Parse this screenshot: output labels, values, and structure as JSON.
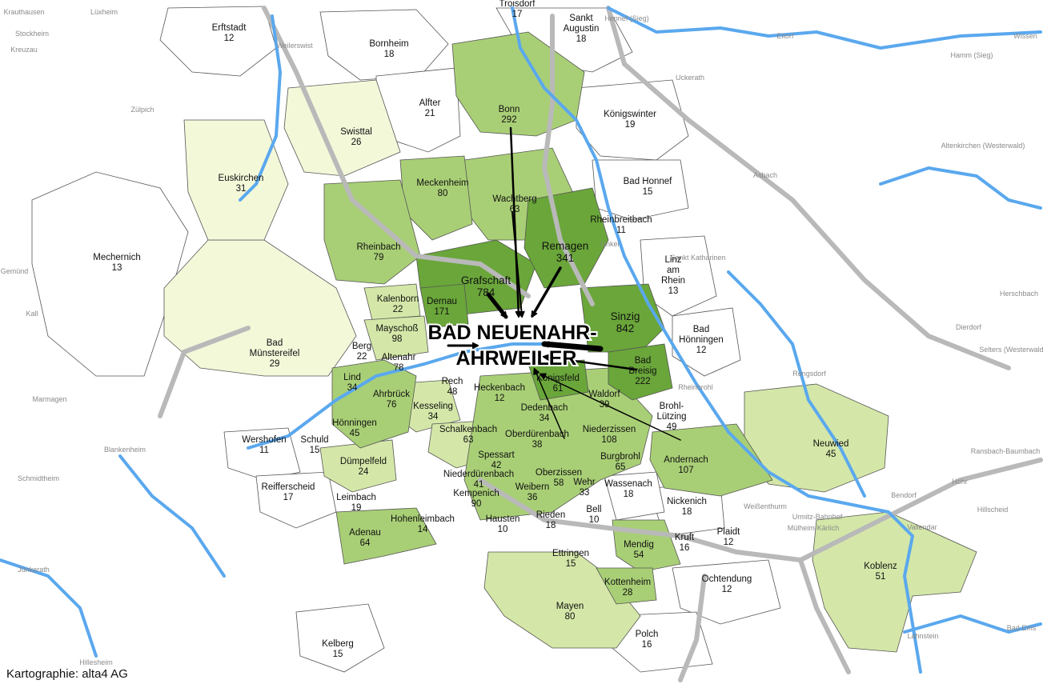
{
  "title_lines": [
    "BAD NEUENAHR-",
    "AHRWEILER"
  ],
  "credit": "Kartographie: alta4 AG",
  "colors": {
    "level_1": "#f3f8d9",
    "level_2": "#d4e7a8",
    "level_3": "#a9cf76",
    "level_4": "#6aa63a",
    "outside": "#ffffff",
    "river": "#5aa8ee",
    "road": "#b9b9b9"
  },
  "places": [
    {
      "id": "erftstadt",
      "name": "Erftstadt",
      "count": "12",
      "level": 0
    },
    {
      "id": "bornheim",
      "name": "Bornheim",
      "count": "18",
      "level": 0
    },
    {
      "id": "sankt-augustin",
      "name": "Sankt Augustin",
      "count": "18",
      "level": 0
    },
    {
      "id": "troisdorf",
      "name": "Troisdorf",
      "count": "17",
      "level": 0
    },
    {
      "id": "koenigswinter",
      "name": "Königswinter",
      "count": "19",
      "level": 0
    },
    {
      "id": "bad-honnef",
      "name": "Bad Honnef",
      "count": "15",
      "level": 0
    },
    {
      "id": "mechernich",
      "name": "Mechernich",
      "count": "13",
      "level": 0
    },
    {
      "id": "linz",
      "name": "Linz am Rhein",
      "count": "13",
      "level": 0
    },
    {
      "id": "bad-hoenningen",
      "name": "Bad Hönningen",
      "count": "12",
      "level": 0
    },
    {
      "id": "heckenbach",
      "name": "Heckenbach",
      "count": "12",
      "level": 0
    },
    {
      "id": "wershofen",
      "name": "Wershofen",
      "count": "11",
      "level": 0
    },
    {
      "id": "schuld",
      "name": "Schuld",
      "count": "15",
      "level": 0
    },
    {
      "id": "reifferscheid",
      "name": "Reifferscheid",
      "count": "17",
      "level": 0
    },
    {
      "id": "leimbach",
      "name": "Leimbach",
      "count": "19",
      "level": 0
    },
    {
      "id": "hohenleimbach",
      "name": "Hohenleimbach",
      "count": "14",
      "level": 0
    },
    {
      "id": "wassenach",
      "name": "Wassenach",
      "count": "18",
      "level": 0
    },
    {
      "id": "nickenich",
      "name": "Nickenich",
      "count": "18",
      "level": 0
    },
    {
      "id": "kruft",
      "name": "Kruft",
      "count": "16",
      "level": 0
    },
    {
      "id": "plaidt",
      "name": "Plaidt",
      "count": "12",
      "level": 0
    },
    {
      "id": "ochtendung",
      "name": "Ochtendung",
      "count": "12",
      "level": 0
    },
    {
      "id": "polch",
      "name": "Polch",
      "count": "16",
      "level": 0
    },
    {
      "id": "kelberg",
      "name": "Kelberg",
      "count": "15",
      "level": 0
    },
    {
      "id": "ettringen",
      "name": "Ettringen",
      "count": "15",
      "level": 0
    },
    {
      "id": "bell",
      "name": "Bell",
      "count": "10",
      "level": 0
    },
    {
      "id": "rieden",
      "name": "Rieden",
      "count": "18",
      "level": 0
    },
    {
      "id": "hausten",
      "name": "Hausten",
      "count": "10",
      "level": 0
    },
    {
      "id": "dernau",
      "name": "Dernau",
      "count": "171",
      "level": 4
    },
    {
      "id": "grafschaft",
      "name": "Grafschaft",
      "count": "784",
      "level": 4
    },
    {
      "id": "remagen",
      "name": "Remagen",
      "count": "341",
      "level": 4
    },
    {
      "id": "sinzig",
      "name": "Sinzig",
      "count": "842",
      "level": 4
    },
    {
      "id": "bad-breisig",
      "name": "Bad Breisig",
      "count": "222",
      "level": 4
    },
    {
      "id": "koenigsfeld",
      "name": "Königsfeld",
      "count": "61",
      "level": 4
    },
    {
      "id": "bonn",
      "name": "Bonn",
      "count": "292",
      "level": 3
    },
    {
      "id": "wachtberg",
      "name": "Wachtberg",
      "count": "63",
      "level": 3
    },
    {
      "id": "meckenheim",
      "name": "Meckenheim",
      "count": "80",
      "level": 3
    },
    {
      "id": "rheinbach",
      "name": "Rheinbach",
      "count": "79",
      "level": 3
    },
    {
      "id": "altenahr",
      "name": "Altenahr",
      "count": "78",
      "level": 3
    },
    {
      "id": "ahrbrueck",
      "name": "Ahrbrück",
      "count": "76",
      "level": 3
    },
    {
      "id": "lind",
      "name": "Lind",
      "count": "34",
      "level": 3
    },
    {
      "id": "hoenningen",
      "name": "Hönningen",
      "count": "45",
      "level": 3
    },
    {
      "id": "rech",
      "name": "Rech",
      "count": "48",
      "level": 3
    },
    {
      "id": "dedenbach",
      "name": "Dedenbach",
      "count": "34",
      "level": 3
    },
    {
      "id": "oberduerenbach",
      "name": "Oberdürenbach",
      "count": "38",
      "level": 3
    },
    {
      "id": "niederzissen",
      "name": "Niederzissen",
      "count": "108",
      "level": 3
    },
    {
      "id": "waldorf",
      "name": "Waldorf",
      "count": "39",
      "level": 3
    },
    {
      "id": "brohl-luetzing",
      "name": "Brohl-Lützing",
      "count": "49",
      "level": 3
    },
    {
      "id": "burgbrohl",
      "name": "Burgbrohl",
      "count": "65",
      "level": 3
    },
    {
      "id": "andernach",
      "name": "Andernach",
      "count": "107",
      "level": 3
    },
    {
      "id": "spessart",
      "name": "Spessart",
      "count": "42",
      "level": 3
    },
    {
      "id": "niederduerenbach",
      "name": "Niederdürenbach",
      "count": "41",
      "level": 3
    },
    {
      "id": "kempenich",
      "name": "Kempenich",
      "count": "90",
      "level": 3
    },
    {
      "id": "weibern",
      "name": "Weibern",
      "count": "36",
      "level": 3
    },
    {
      "id": "oberzissen",
      "name": "Oberzissen",
      "count": "58",
      "level": 3
    },
    {
      "id": "wehr",
      "name": "Wehr",
      "count": "33",
      "level": 3
    },
    {
      "id": "adenau",
      "name": "Adenau",
      "count": "64",
      "level": 3
    },
    {
      "id": "mendig",
      "name": "Mendig",
      "count": "54",
      "level": 3
    },
    {
      "id": "kottenheim",
      "name": "Kottenheim",
      "count": "28",
      "level": 3
    },
    {
      "id": "mayen",
      "name": "Mayen",
      "count": "80",
      "level": 2
    },
    {
      "id": "neuwied",
      "name": "Neuwied",
      "count": "45",
      "level": 2
    },
    {
      "id": "koblenz",
      "name": "Koblenz",
      "count": "51",
      "level": 2
    },
    {
      "id": "kesseling",
      "name": "Kesseling",
      "count": "34",
      "level": 2
    },
    {
      "id": "schalkenbach",
      "name": "Schalkenbach",
      "count": "63",
      "level": 2
    },
    {
      "id": "duempelfeld",
      "name": "Dümpelfeld",
      "count": "24",
      "level": 2
    },
    {
      "id": "kalenborn",
      "name": "Kalenborn",
      "count": "22",
      "level": 2
    },
    {
      "id": "mayschoss",
      "name": "Mayschoß",
      "count": "98",
      "level": 2
    },
    {
      "id": "berg",
      "name": "Berg",
      "count": "22",
      "level": 2
    },
    {
      "id": "alfter",
      "name": "Alfter",
      "count": "21",
      "level": 0
    },
    {
      "id": "swisttal",
      "name": "Swisttal",
      "count": "26",
      "level": 1
    },
    {
      "id": "euskirchen",
      "name": "Euskirchen",
      "count": "31",
      "level": 1
    },
    {
      "id": "bad-muenstereifel",
      "name": "Bad Münstereifel",
      "count": "29",
      "level": 1
    }
  ],
  "background_places": [
    "Krauthausen",
    "Lüxheim",
    "Stockheim",
    "Kreuzau",
    "Weilerswist",
    "Zülpich",
    "Gemünd",
    "Kall",
    "Marmagen",
    "Blankenheim",
    "Schmidtheim",
    "Jünkerath",
    "Hillesheim",
    "Uckerath",
    "Hennef (Sieg)",
    "Eitorf",
    "Hamm (Sieg)",
    "Wissen",
    "Altenkirchen (Westerwald)",
    "Asbach",
    "Unkel",
    "Sankt Katharinen",
    "Herschbach",
    "Dierdorf",
    "Selters (Westerwald)",
    "Rengsdorf",
    "Rheinbrohl",
    "Ransbach-Baumbach",
    "Höhr",
    "Hillscheid",
    "Bendorf",
    "Vallendar",
    "Weißenthurm",
    "Urmitz-Bahnhof",
    "Mülheim-Kärlich",
    "Bad Ems",
    "Lahnstein",
    "Rheinbreitbach"
  ]
}
